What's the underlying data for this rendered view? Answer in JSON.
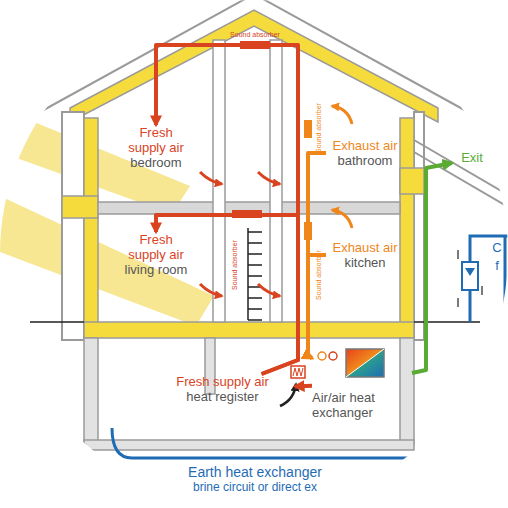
{
  "diagram": {
    "nodes": [
      {
        "text": [
          "Fresh supply air",
          "bedroom"
        ]
      },
      {
        "text": [
          "Exhaust air",
          "bathroom"
        ]
      },
      {
        "text": [
          "Exit"
        ]
      },
      {
        "text": [
          "Fresh supply air",
          "living room"
        ]
      },
      {
        "text": [
          "Exhaust air",
          "kitchen"
        ]
      },
      {
        "text": [
          "Fresh supply air",
          "heat register"
        ]
      },
      {
        "text": [
          "Air/air heat exchanger"
        ]
      },
      {
        "text": [
          "Earth heat exchanger",
          "brine circuit or direct ex"
        ]
      }
    ],
    "edges": [
      {
        "from": 6,
        "to": 5,
        "arrow": "to"
      },
      {
        "from": 5,
        "to": 0,
        "arrow": "to"
      },
      {
        "from": 5,
        "to": 3,
        "arrow": "to"
      },
      {
        "from": 1,
        "to": 6,
        "arrow": "to"
      },
      {
        "from": 4,
        "to": 6,
        "arrow": "to"
      },
      {
        "from": 6,
        "to": 2,
        "arrow": "to"
      }
    ],
    "labels": [
      "Sound absorber",
      "Sound absorber",
      "Sound absorber",
      "Sound absorber",
      "C",
      "f"
    ]
  }
}
